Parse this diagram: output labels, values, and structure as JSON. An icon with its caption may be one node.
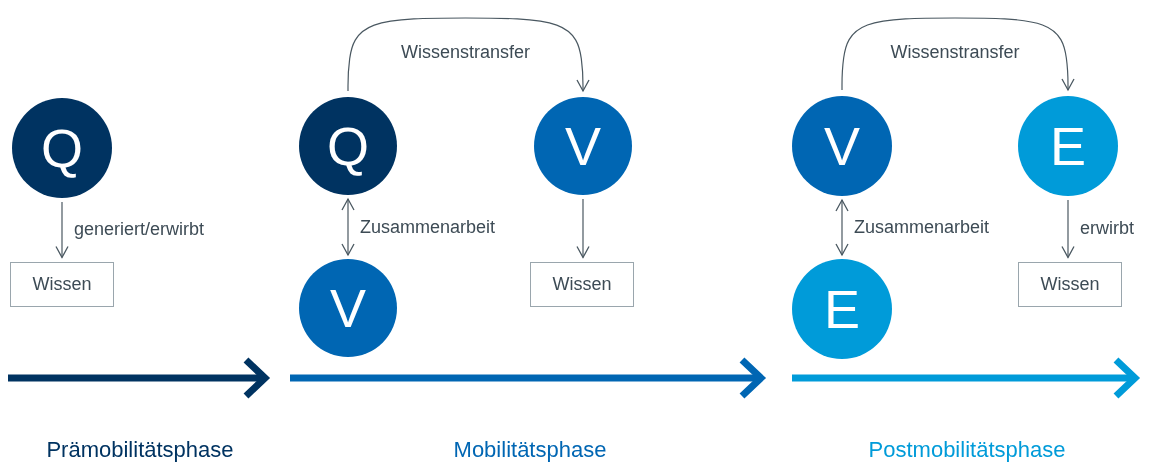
{
  "diagram": {
    "nodes": [
      {
        "text": [
          "Q"
        ]
      },
      {
        "text": [
          "Wissen"
        ]
      },
      {
        "text": [
          "Q"
        ]
      },
      {
        "text": [
          "V"
        ]
      },
      {
        "text": [
          "V"
        ]
      },
      {
        "text": [
          "Wissen"
        ]
      },
      {
        "text": [
          "V"
        ]
      },
      {
        "text": [
          "E"
        ]
      },
      {
        "text": [
          "E"
        ]
      },
      {
        "text": [
          "Wissen"
        ]
      }
    ],
    "edges": [
      {
        "from": 0,
        "to": 1,
        "arrow": "to",
        "label": "generiert/erwirbt"
      },
      {
        "from": 2,
        "to": 3,
        "arrow": "both",
        "label": "Zusammenarbeit"
      },
      {
        "from": 2,
        "to": 4,
        "arrow": "to",
        "label": "Wissenstransfer"
      },
      {
        "from": 4,
        "to": 5,
        "arrow": "to"
      },
      {
        "from": 6,
        "to": 8,
        "arrow": "both",
        "label": "Zusammenarbeit"
      },
      {
        "from": 6,
        "to": 7,
        "arrow": "to",
        "label": "Wissenstransfer"
      },
      {
        "from": 7,
        "to": 9,
        "arrow": "to",
        "label": "erwirbt"
      }
    ],
    "labels": [
      "Prämobilitätsphase",
      "Mobilitätsphase",
      "Postmobilitätsphase"
    ]
  }
}
